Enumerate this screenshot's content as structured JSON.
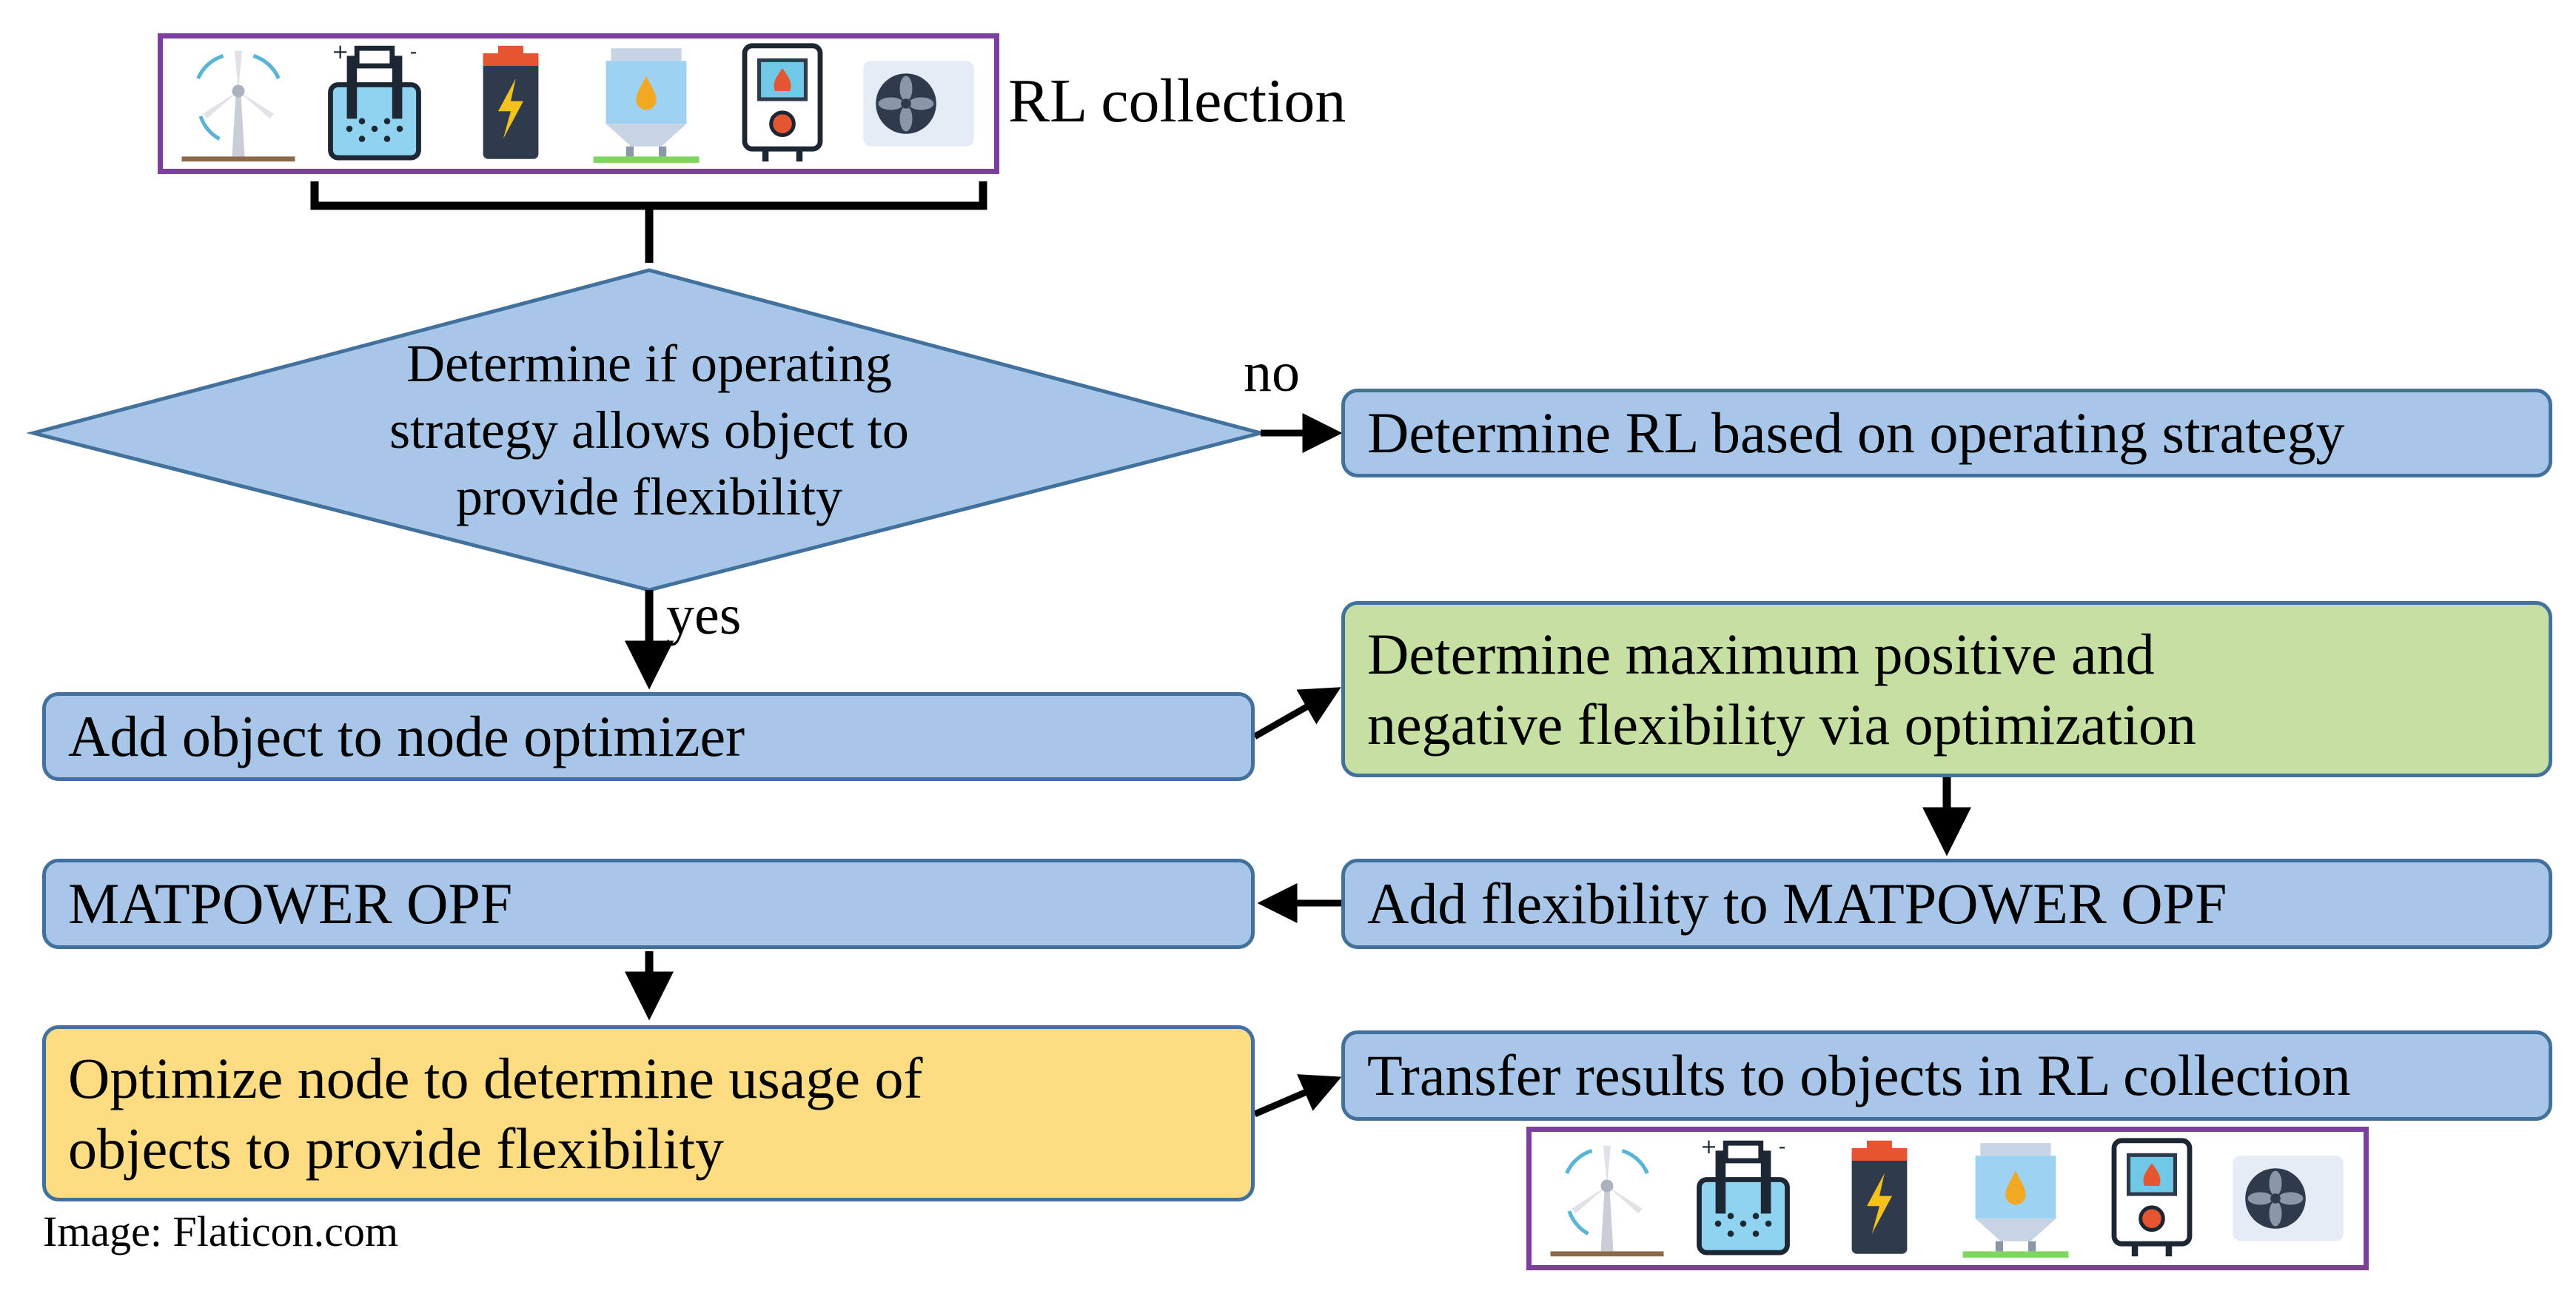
{
  "top_collection": {
    "label": "RL collection",
    "icons": [
      "wind-turbine-icon",
      "electrolyzer-icon",
      "battery-icon",
      "storage-tank-icon",
      "heat-pump-icon",
      "air-conditioner-icon"
    ]
  },
  "decision": {
    "line1": "Determine if operating",
    "line2": "strategy allows object to",
    "line3": "provide flexibility",
    "no_label": "no",
    "yes_label": "yes"
  },
  "boxes": {
    "rl_by_strategy": "Determine RL based on operating strategy",
    "add_to_optimizer": "Add object to node optimizer",
    "max_flex_line1": "Determine maximum positive and",
    "max_flex_line2": "negative flexibility via optimization",
    "matpower_opf": "MATPOWER OPF",
    "add_flex_opf": "Add flexibility to MATPOWER OPF",
    "optimize_line1": "Optimize node to determine usage of",
    "optimize_line2": "objects to provide flexibility",
    "transfer_results": "Transfer results to objects in RL collection"
  },
  "credit": "Image: Flaticon.com",
  "colors": {
    "box_blue": "#a8c6e8",
    "box_green": "#c6e0a4",
    "box_yellow": "#fddc82",
    "box_border": "#41719c",
    "collection_border": "#7c3fa0"
  }
}
